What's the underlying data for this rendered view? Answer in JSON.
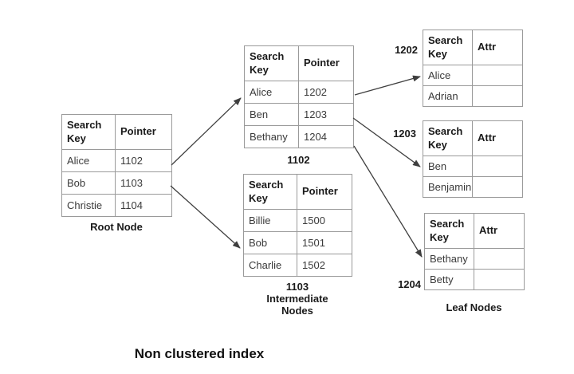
{
  "diagram_title": "Non clustered index",
  "root_node": {
    "caption": "Root Node",
    "headers": [
      "Search Key",
      "Pointer"
    ],
    "rows": [
      [
        "Alice",
        "1102"
      ],
      [
        "Bob",
        "1103"
      ],
      [
        "Christie",
        "1104"
      ]
    ]
  },
  "intermediate_top": {
    "caption": "1102",
    "headers": [
      "Search Key",
      "Pointer"
    ],
    "rows": [
      [
        "Alice",
        "1202"
      ],
      [
        "Ben",
        "1203"
      ],
      [
        "Bethany",
        "1204"
      ]
    ]
  },
  "intermediate_bottom": {
    "caption": "1103",
    "group_caption": "Intermediate Nodes",
    "headers": [
      "Search Key",
      "Pointer"
    ],
    "rows": [
      [
        "Billie",
        "1500"
      ],
      [
        "Bob",
        "1501"
      ],
      [
        "Charlie",
        "1502"
      ]
    ]
  },
  "leaf_1202": {
    "side_label": "1202",
    "headers": [
      "Search Key",
      "Attr"
    ],
    "rows": [
      [
        "Alice",
        ""
      ],
      [
        "Adrian",
        ""
      ]
    ]
  },
  "leaf_1203": {
    "side_label": "1203",
    "headers": [
      "Search Key",
      "Attr"
    ],
    "rows": [
      [
        "Ben",
        ""
      ],
      [
        "Benjamin",
        ""
      ]
    ]
  },
  "leaf_1204": {
    "side_label": "1204",
    "group_caption": "Leaf Nodes",
    "headers": [
      "Search Key",
      "Attr"
    ],
    "rows": [
      [
        "Bethany",
        ""
      ],
      [
        "Betty",
        ""
      ]
    ]
  },
  "colors": {
    "border": "#9a9a9a",
    "arrow": "#3f3f3f",
    "text": "#1a1a1a"
  }
}
